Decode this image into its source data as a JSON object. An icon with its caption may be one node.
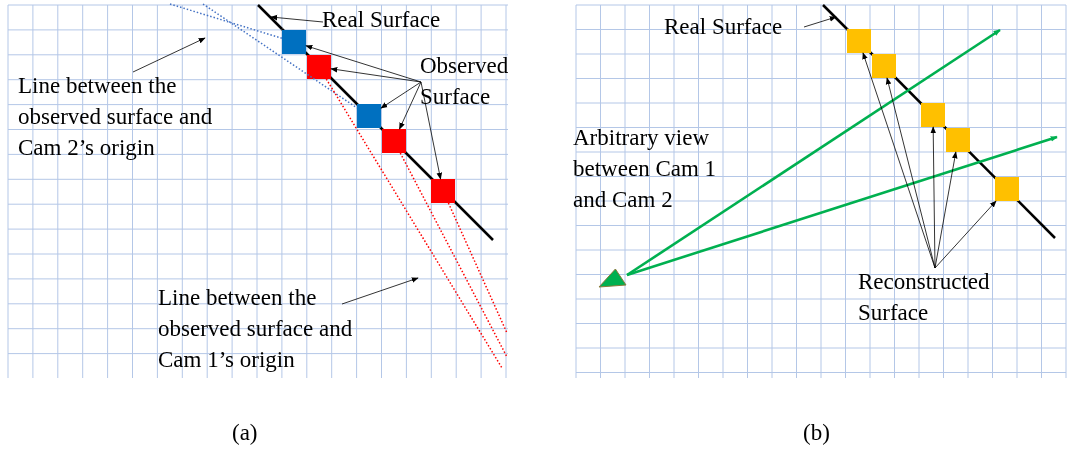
{
  "diagram": {
    "nodes": [
      {
        "text": [
          "Real Surface"
        ]
      },
      {
        "text": [],
        "shape": "line"
      },
      {
        "text": [],
        "shape": "box"
      },
      {
        "text": [],
        "shape": "box"
      },
      {
        "text": [],
        "shape": "box"
      },
      {
        "text": [],
        "shape": "box"
      },
      {
        "text": [],
        "shape": "box"
      },
      {
        "text": [
          "Observed Surface"
        ]
      },
      {
        "text": [
          "Line between the observed surface and Cam 2’s origin"
        ]
      },
      {
        "text": [
          "Line between the observed surface and Cam 1’s origin"
        ]
      },
      {
        "text": [
          "Real Surface"
        ]
      },
      {
        "text": [],
        "shape": "line"
      },
      {
        "text": [],
        "shape": "box"
      },
      {
        "text": [],
        "shape": "box"
      },
      {
        "text": [],
        "shape": "box"
      },
      {
        "text": [],
        "shape": "box"
      },
      {
        "text": [],
        "shape": "box"
      },
      {
        "text": [
          "Arbitrary view between Cam 1 and Cam 2"
        ]
      },
      {
        "text": [],
        "shape": "triangle"
      },
      {
        "text": [
          "Reconstructed Surface"
        ]
      }
    ],
    "edges": [
      {
        "from": 0,
        "to": 1,
        "arrow": "to"
      },
      {
        "from": 7,
        "to": 2,
        "arrow": "to"
      },
      {
        "from": 7,
        "to": 3,
        "arrow": "to"
      },
      {
        "from": 7,
        "to": 4,
        "arrow": "to"
      },
      {
        "from": 7,
        "to": 5,
        "arrow": "to"
      },
      {
        "from": 7,
        "to": 6,
        "arrow": "to"
      },
      {
        "from": 8,
        "to": null,
        "arrow": "to"
      },
      {
        "from": 9,
        "to": null,
        "arrow": "to"
      },
      {
        "from": null,
        "to": 2,
        "arrow": "none",
        "style": "dashed",
        "color": "#4472c4"
      },
      {
        "from": null,
        "to": 4,
        "arrow": "none",
        "style": "dashed",
        "color": "#4472c4"
      },
      {
        "from": 3,
        "to": null,
        "arrow": "none",
        "style": "dashed",
        "color": "#ff0000"
      },
      {
        "from": 5,
        "to": null,
        "arrow": "none",
        "style": "dashed",
        "color": "#ff0000"
      },
      {
        "from": 6,
        "to": null,
        "arrow": "none",
        "style": "dashed",
        "color": "#ff0000"
      },
      {
        "from": 10,
        "to": 11,
        "arrow": "to"
      },
      {
        "from": 18,
        "to": null,
        "arrow": "to",
        "style": "thick",
        "color": "#00b050"
      },
      {
        "from": 18,
        "to": null,
        "arrow": "to",
        "style": "thick",
        "color": "#00b050"
      },
      {
        "from": 19,
        "to": 12,
        "arrow": "to"
      },
      {
        "from": 19,
        "to": 13,
        "arrow": "to"
      },
      {
        "from": 19,
        "to": 14,
        "arrow": "to"
      },
      {
        "from": 19,
        "to": 15,
        "arrow": "to"
      },
      {
        "from": 19,
        "to": 16,
        "arrow": "to"
      }
    ],
    "labels": [
      "(a)",
      "(b)"
    ]
  }
}
